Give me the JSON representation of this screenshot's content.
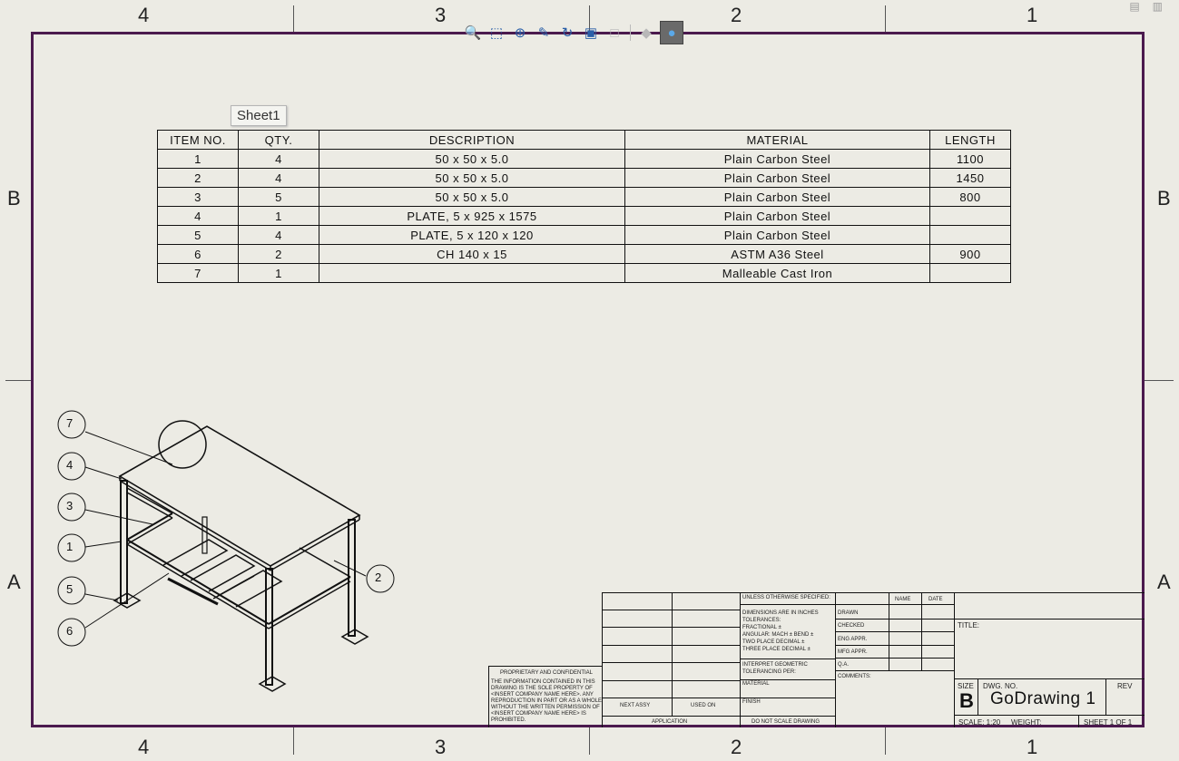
{
  "zones": {
    "columns": [
      "4",
      "3",
      "2",
      "1"
    ],
    "rows": [
      "B",
      "A"
    ]
  },
  "toolbar": {
    "icons": [
      "zoom-to-fit-icon",
      "zoom-to-area-icon",
      "zoom-in-out-icon",
      "pan-icon",
      "rotate-icon",
      "view-orientation-icon",
      "display-style-icon",
      "hide-show-icon",
      "appearance-icon"
    ]
  },
  "sheet_tab": "Sheet1",
  "bom": {
    "headers": [
      "ITEM NO.",
      "QTY.",
      "DESCRIPTION",
      "MATERIAL",
      "LENGTH"
    ],
    "rows": [
      [
        "1",
        "4",
        "50 x 50 x 5.0",
        "Plain Carbon Steel",
        "1100"
      ],
      [
        "2",
        "4",
        "50 x 50 x 5.0",
        "Plain Carbon Steel",
        "1450"
      ],
      [
        "3",
        "5",
        "50 x 50 x 5.0",
        "Plain Carbon Steel",
        "800"
      ],
      [
        "4",
        "1",
        "PLATE, 5 x 925 x 1575",
        "Plain Carbon Steel",
        ""
      ],
      [
        "5",
        "4",
        "PLATE, 5 x 120 x 120",
        "Plain Carbon Steel",
        ""
      ],
      [
        "6",
        "2",
        "CH 140 x 15",
        "ASTM A36 Steel",
        "900"
      ],
      [
        "7",
        "1",
        "",
        "Malleable Cast Iron",
        ""
      ]
    ]
  },
  "balloons": [
    "7",
    "4",
    "3",
    "1",
    "5",
    "6",
    "2"
  ],
  "title_block": {
    "unless_specified": "UNLESS OTHERWISE SPECIFIED:",
    "name_col": "NAME",
    "date_col": "DATE",
    "dimensions_note": "DIMENSIONS ARE IN INCHES",
    "tolerances": "TOLERANCES:",
    "fractional": "FRACTIONAL ±",
    "angular": "ANGULAR: MACH ±  BEND ±",
    "two_place": "TWO PLACE DECIMAL  ±",
    "three_place": "THREE PLACE DECIMAL  ±",
    "interpret": "INTERPRET GEOMETRIC",
    "tolerancing": "TOLERANCING PER:",
    "material": "MATERIAL",
    "finish": "FINISH",
    "drawn": "DRAWN",
    "checked": "CHECKED",
    "eng_appr": "ENG APPR.",
    "mfg_appr": "MFG APPR.",
    "qa": "Q.A.",
    "comments": "COMMENTS:",
    "next_assy": "NEXT ASSY",
    "used_on": "USED ON",
    "application": "APPLICATION",
    "do_not_scale": "DO NOT SCALE DRAWING",
    "title_label": "TITLE:",
    "size_label": "SIZE",
    "size_value": "B",
    "dwg_no_label": "DWG.  NO.",
    "dwg_no_value": "GoDrawing 1",
    "rev_label": "REV",
    "scale": "SCALE: 1:20",
    "weight": "WEIGHT:",
    "sheet": "SHEET 1 OF 1",
    "prop_title": "PROPRIETARY AND CONFIDENTIAL",
    "prop_lines": [
      "THE INFORMATION CONTAINED IN THIS",
      "DRAWING IS THE SOLE PROPERTY OF",
      "<INSERT COMPANY NAME HERE>.  ANY",
      "REPRODUCTION IN PART OR AS A WHOLE",
      "WITHOUT THE WRITTEN PERMISSION OF",
      "<INSERT COMPANY NAME HERE> IS",
      "PROHIBITED."
    ]
  }
}
